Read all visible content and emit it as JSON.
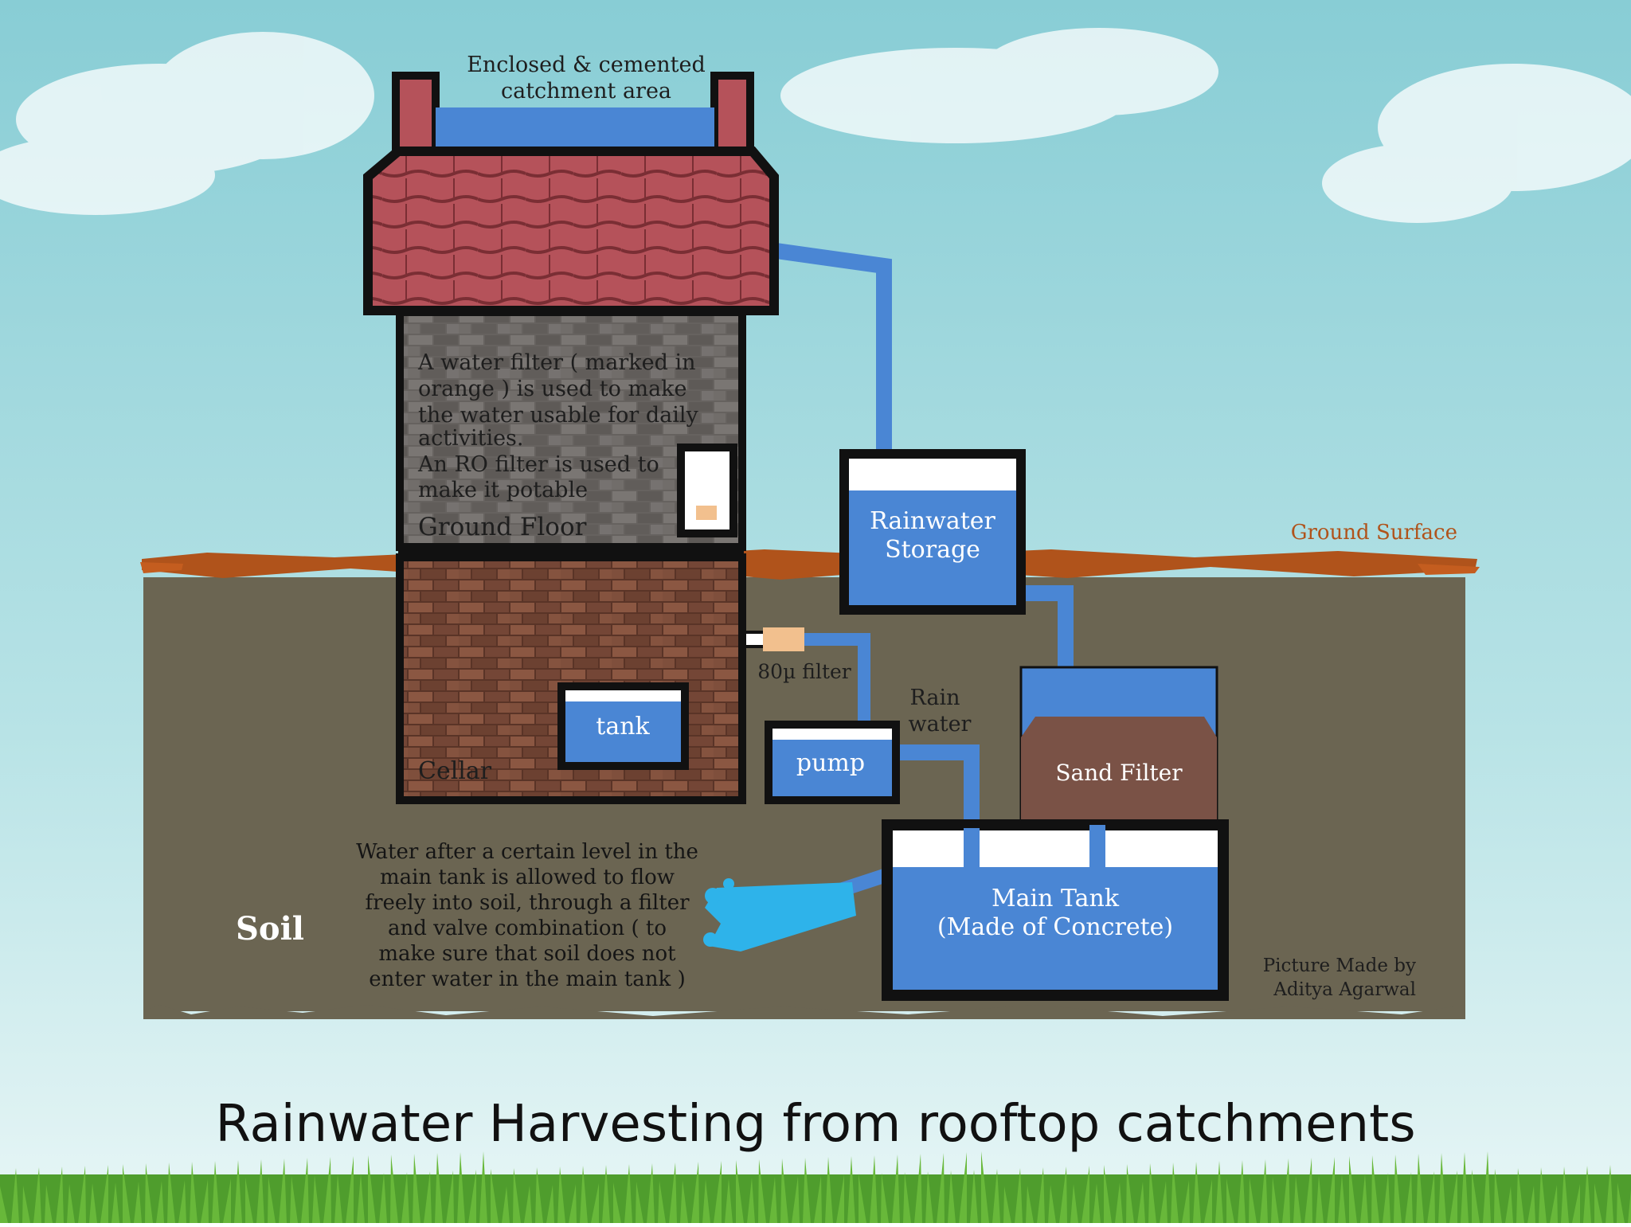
{
  "title": "Rainwater Harvesting from rooftop catchments",
  "labels": {
    "catchment": [
      "Enclosed & cemented",
      "catchment area"
    ],
    "filter_note": [
      "A water filter ( marked in",
      "orange ) is used to make",
      "the water usable for daily",
      "activities.",
      "An RO filter is used to",
      "make it potable"
    ],
    "ground_floor": "Ground Floor",
    "cellar": "Cellar",
    "rainwater_storage": [
      "Rainwater",
      "Storage"
    ],
    "ground_surface": "Ground Surface",
    "tank": "tank",
    "filter_80": "80µ filter",
    "rain_water": [
      "Rain",
      "water"
    ],
    "pump": "pump",
    "sand_filter": "Sand Filter",
    "main_tank": [
      "Main Tank",
      "(Made of Concrete)"
    ],
    "overflow_note": [
      "Water after a certain level in the",
      "main tank is allowed to flow",
      "freely into soil, through a filter",
      "and valve combination ( to",
      "make sure that soil does not",
      "enter water in the main tank )"
    ],
    "soil": "Soil",
    "credit": [
      "Picture Made by",
      "Aditya Agarwal"
    ]
  },
  "colors": {
    "sky_top": "#8fd0d6",
    "sky_bottom": "#d4eff0",
    "water": "#4a86d4",
    "soil": "#6b6552",
    "ground_surface": "#b0531b",
    "roof": "#b5525a",
    "brick_upper": "#666260",
    "brick_cellar": "#7d4e3a",
    "filter_orange": "#f2c08e",
    "sand": "#7a5246",
    "overflow_spray": "#2eb3ea",
    "grass": "#4b9a2a",
    "outline": "#111111"
  }
}
